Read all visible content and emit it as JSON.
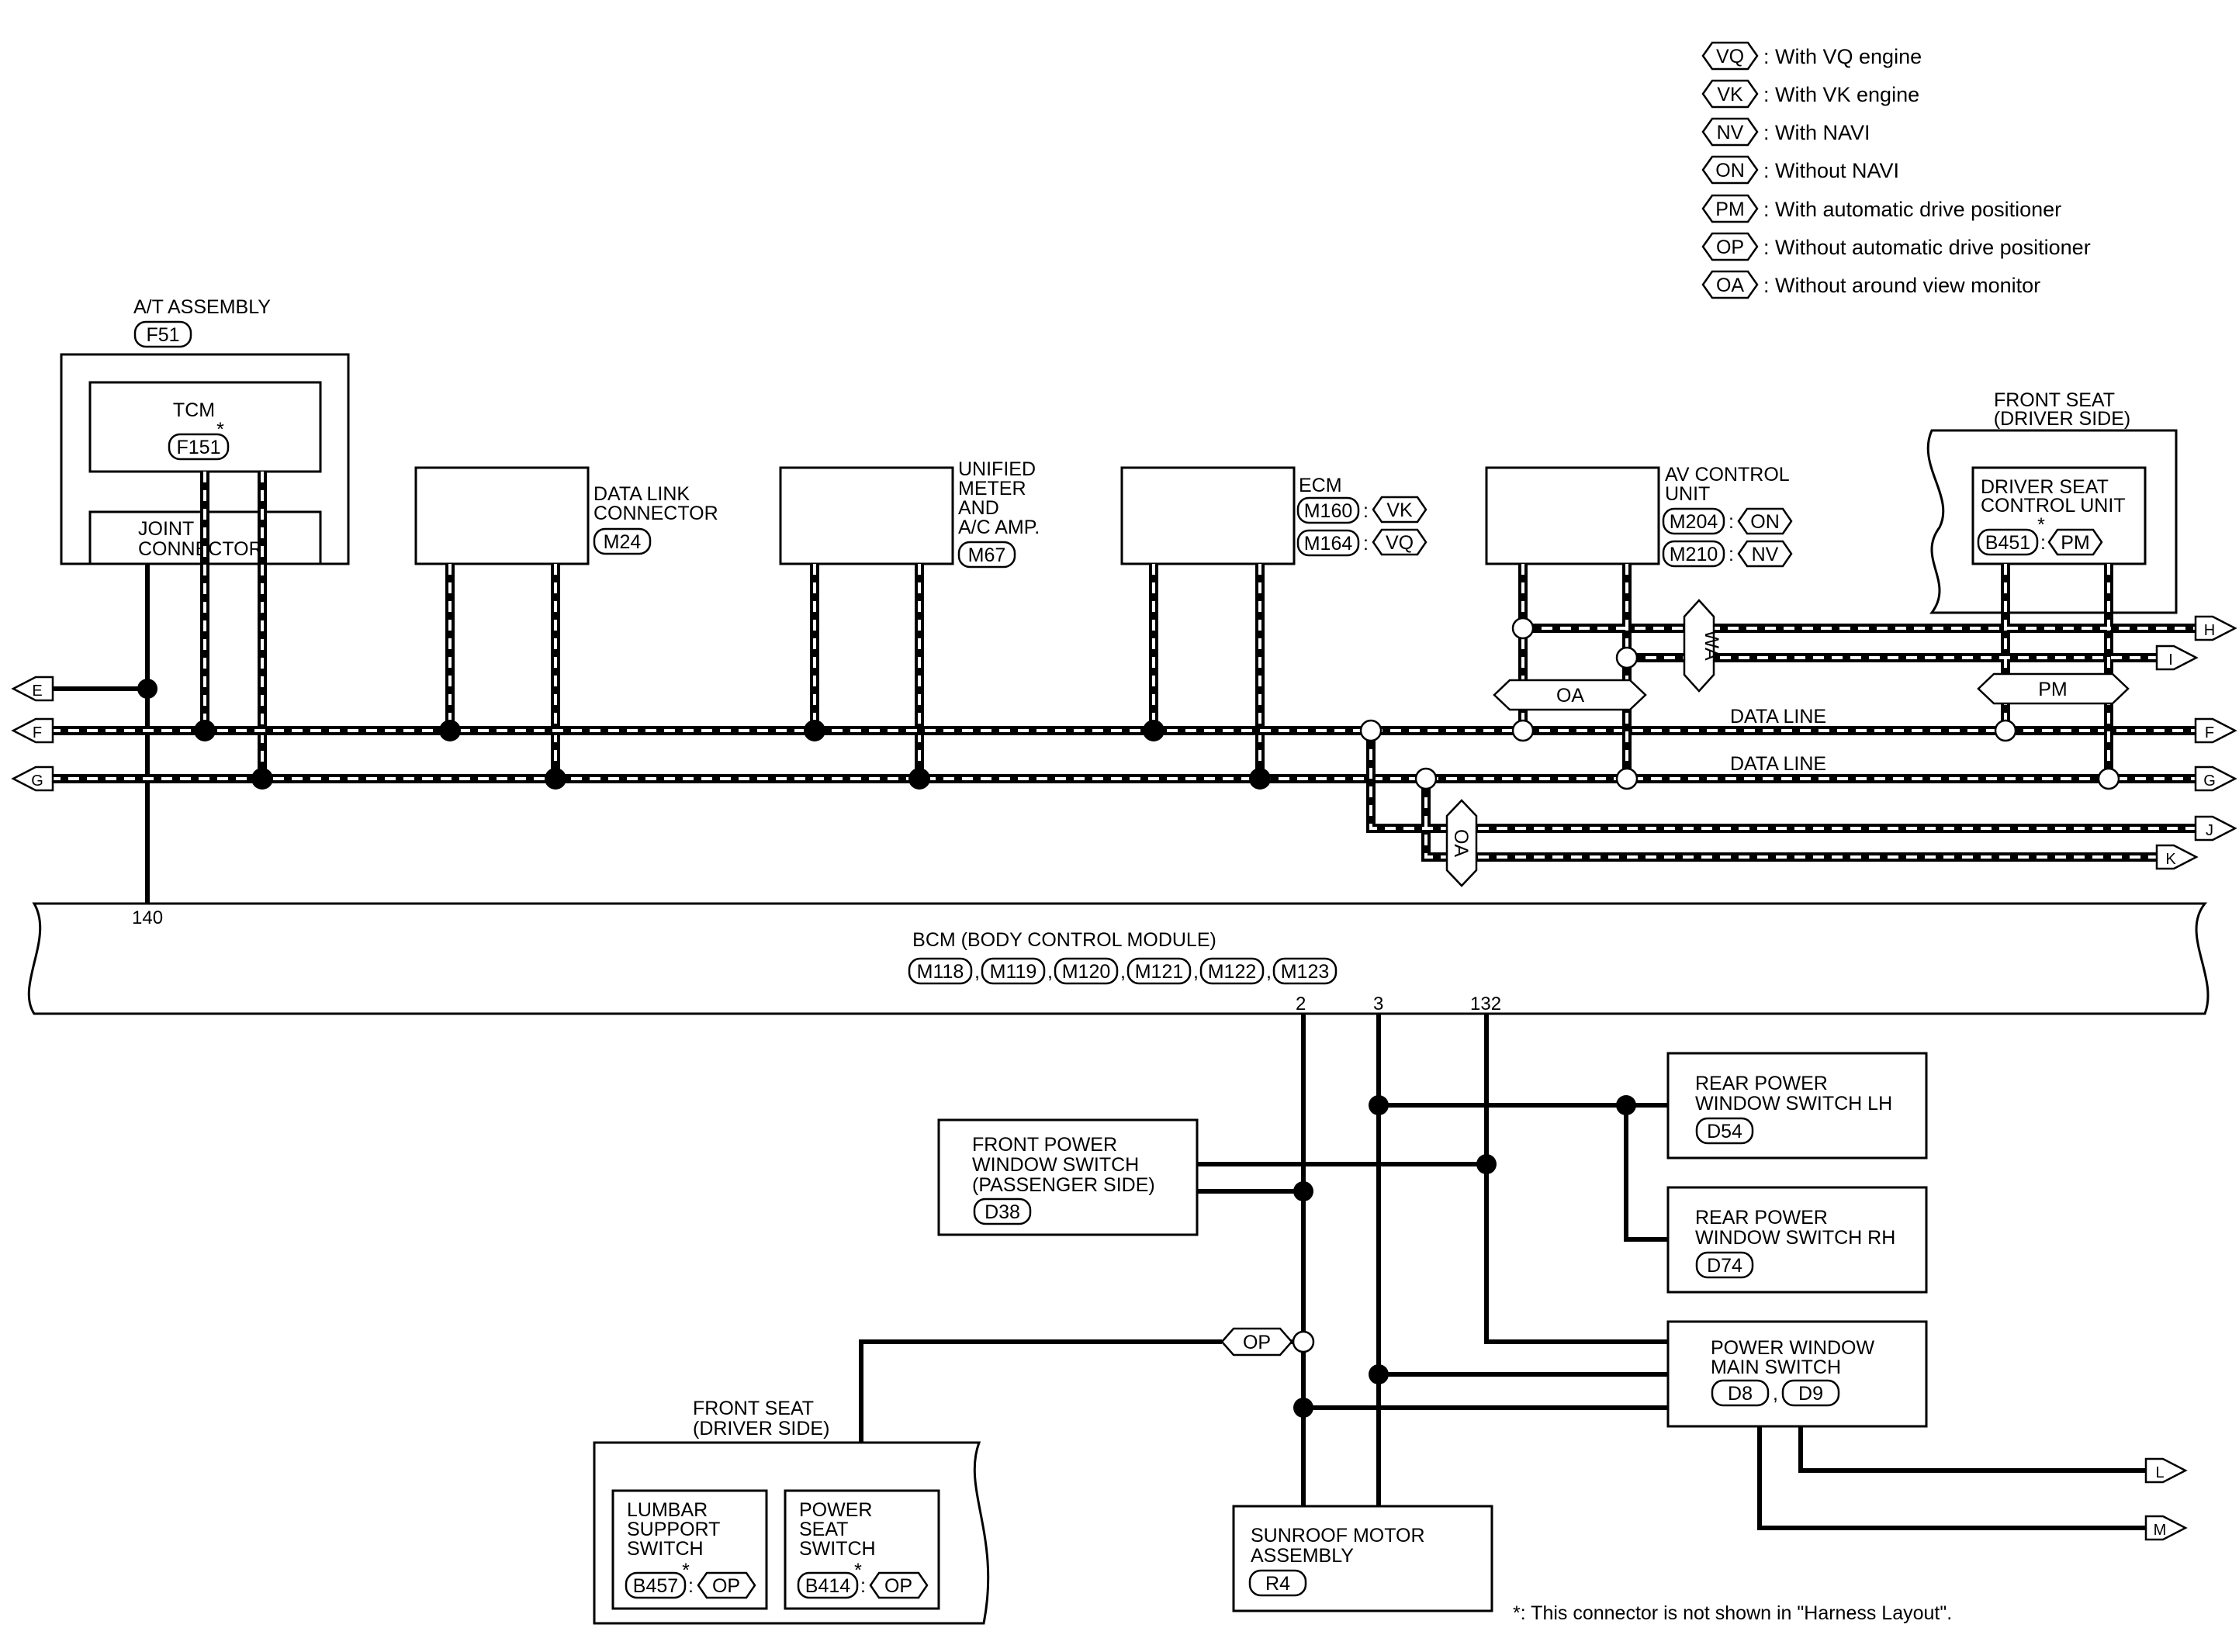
{
  "legend": [
    {
      "code": "VQ",
      "text": ": With VQ engine"
    },
    {
      "code": "VK",
      "text": ": With VK engine"
    },
    {
      "code": "NV",
      "text": ": With NAVI"
    },
    {
      "code": "ON",
      "text": ": Without NAVI"
    },
    {
      "code": "PM",
      "text": ": With automatic drive positioner"
    },
    {
      "code": "OP",
      "text": ": Without automatic drive positioner"
    },
    {
      "code": "OA",
      "text": ": Without around view monitor"
    }
  ],
  "at_assembly": {
    "title": "A/T ASSEMBLY",
    "connector": "F51"
  },
  "tcm": {
    "title": "TCM",
    "connector": "F151",
    "star": "*"
  },
  "joint_connector": {
    "l1": "JOINT",
    "l2": "CONNECTOR"
  },
  "data_link": {
    "l1": "DATA LINK",
    "l2": "CONNECTOR",
    "connector": "M24"
  },
  "meter": {
    "l1": "UNIFIED",
    "l2": "METER",
    "l3": "AND",
    "l4": "A/C AMP.",
    "connector": "M67"
  },
  "ecm": {
    "title": "ECM",
    "c1": "M160",
    "c1_opt": "VK",
    "c2": "M164",
    "c2_opt": "VQ",
    "colon": ":"
  },
  "av": {
    "l1": "AV CONTROL",
    "l2": "UNIT",
    "c1": "M204",
    "c1_opt": "ON",
    "c2": "M210",
    "c2_opt": "NV",
    "colon": ":"
  },
  "front_seat_top": {
    "l1": "FRONT SEAT",
    "l2": "(DRIVER SIDE)"
  },
  "driver_seat_cu": {
    "l1": "DRIVER SEAT",
    "l2": "CONTROL UNIT",
    "connector": "B451",
    "opt": "PM",
    "star": "*",
    "colon": ":"
  },
  "bus": {
    "data_line": "DATA LINE",
    "oa": "OA",
    "pm": "PM",
    "wa": "WA",
    "terms": {
      "E": "E",
      "F": "F",
      "G": "G",
      "H": "H",
      "I": "I",
      "J": "J",
      "K": "K",
      "L": "L",
      "M": "M"
    }
  },
  "bcm": {
    "title": "BCM (BODY CONTROL MODULE)",
    "connectors": [
      "M118",
      "M119",
      "M120",
      "M121",
      "M122",
      "M123"
    ],
    "sep": ",",
    "pins": {
      "p140": "140",
      "p2": "2",
      "p3": "3",
      "p132": "132"
    }
  },
  "rear_lh": {
    "l1": "REAR POWER",
    "l2": "WINDOW SWITCH LH",
    "connector": "D54"
  },
  "rear_rh": {
    "l1": "REAR POWER",
    "l2": "WINDOW SWITCH RH",
    "connector": "D74"
  },
  "front_pw": {
    "l1": "FRONT POWER",
    "l2": "WINDOW SWITCH",
    "l3": "(PASSENGER SIDE)",
    "connector": "D38"
  },
  "pw_main": {
    "l1": "POWER WINDOW",
    "l2": "MAIN SWITCH",
    "c1": "D8",
    "c2": "D9",
    "sep": ","
  },
  "op_tag": "OP",
  "front_seat_bottom": {
    "l1": "FRONT SEAT",
    "l2": "(DRIVER SIDE)"
  },
  "lumbar": {
    "l1": "LUMBAR",
    "l2": "SUPPORT",
    "l3": "SWITCH",
    "connector": "B457",
    "opt": "OP",
    "star": "*",
    "colon": ":"
  },
  "power_seat": {
    "l1": "POWER",
    "l2": "SEAT",
    "l3": "SWITCH",
    "connector": "B414",
    "opt": "OP",
    "star": "*",
    "colon": ":"
  },
  "sunroof": {
    "l1": "SUNROOF MOTOR",
    "l2": "ASSEMBLY",
    "connector": "R4"
  },
  "footnote": "*: This connector is not shown in \"Harness Layout\"."
}
